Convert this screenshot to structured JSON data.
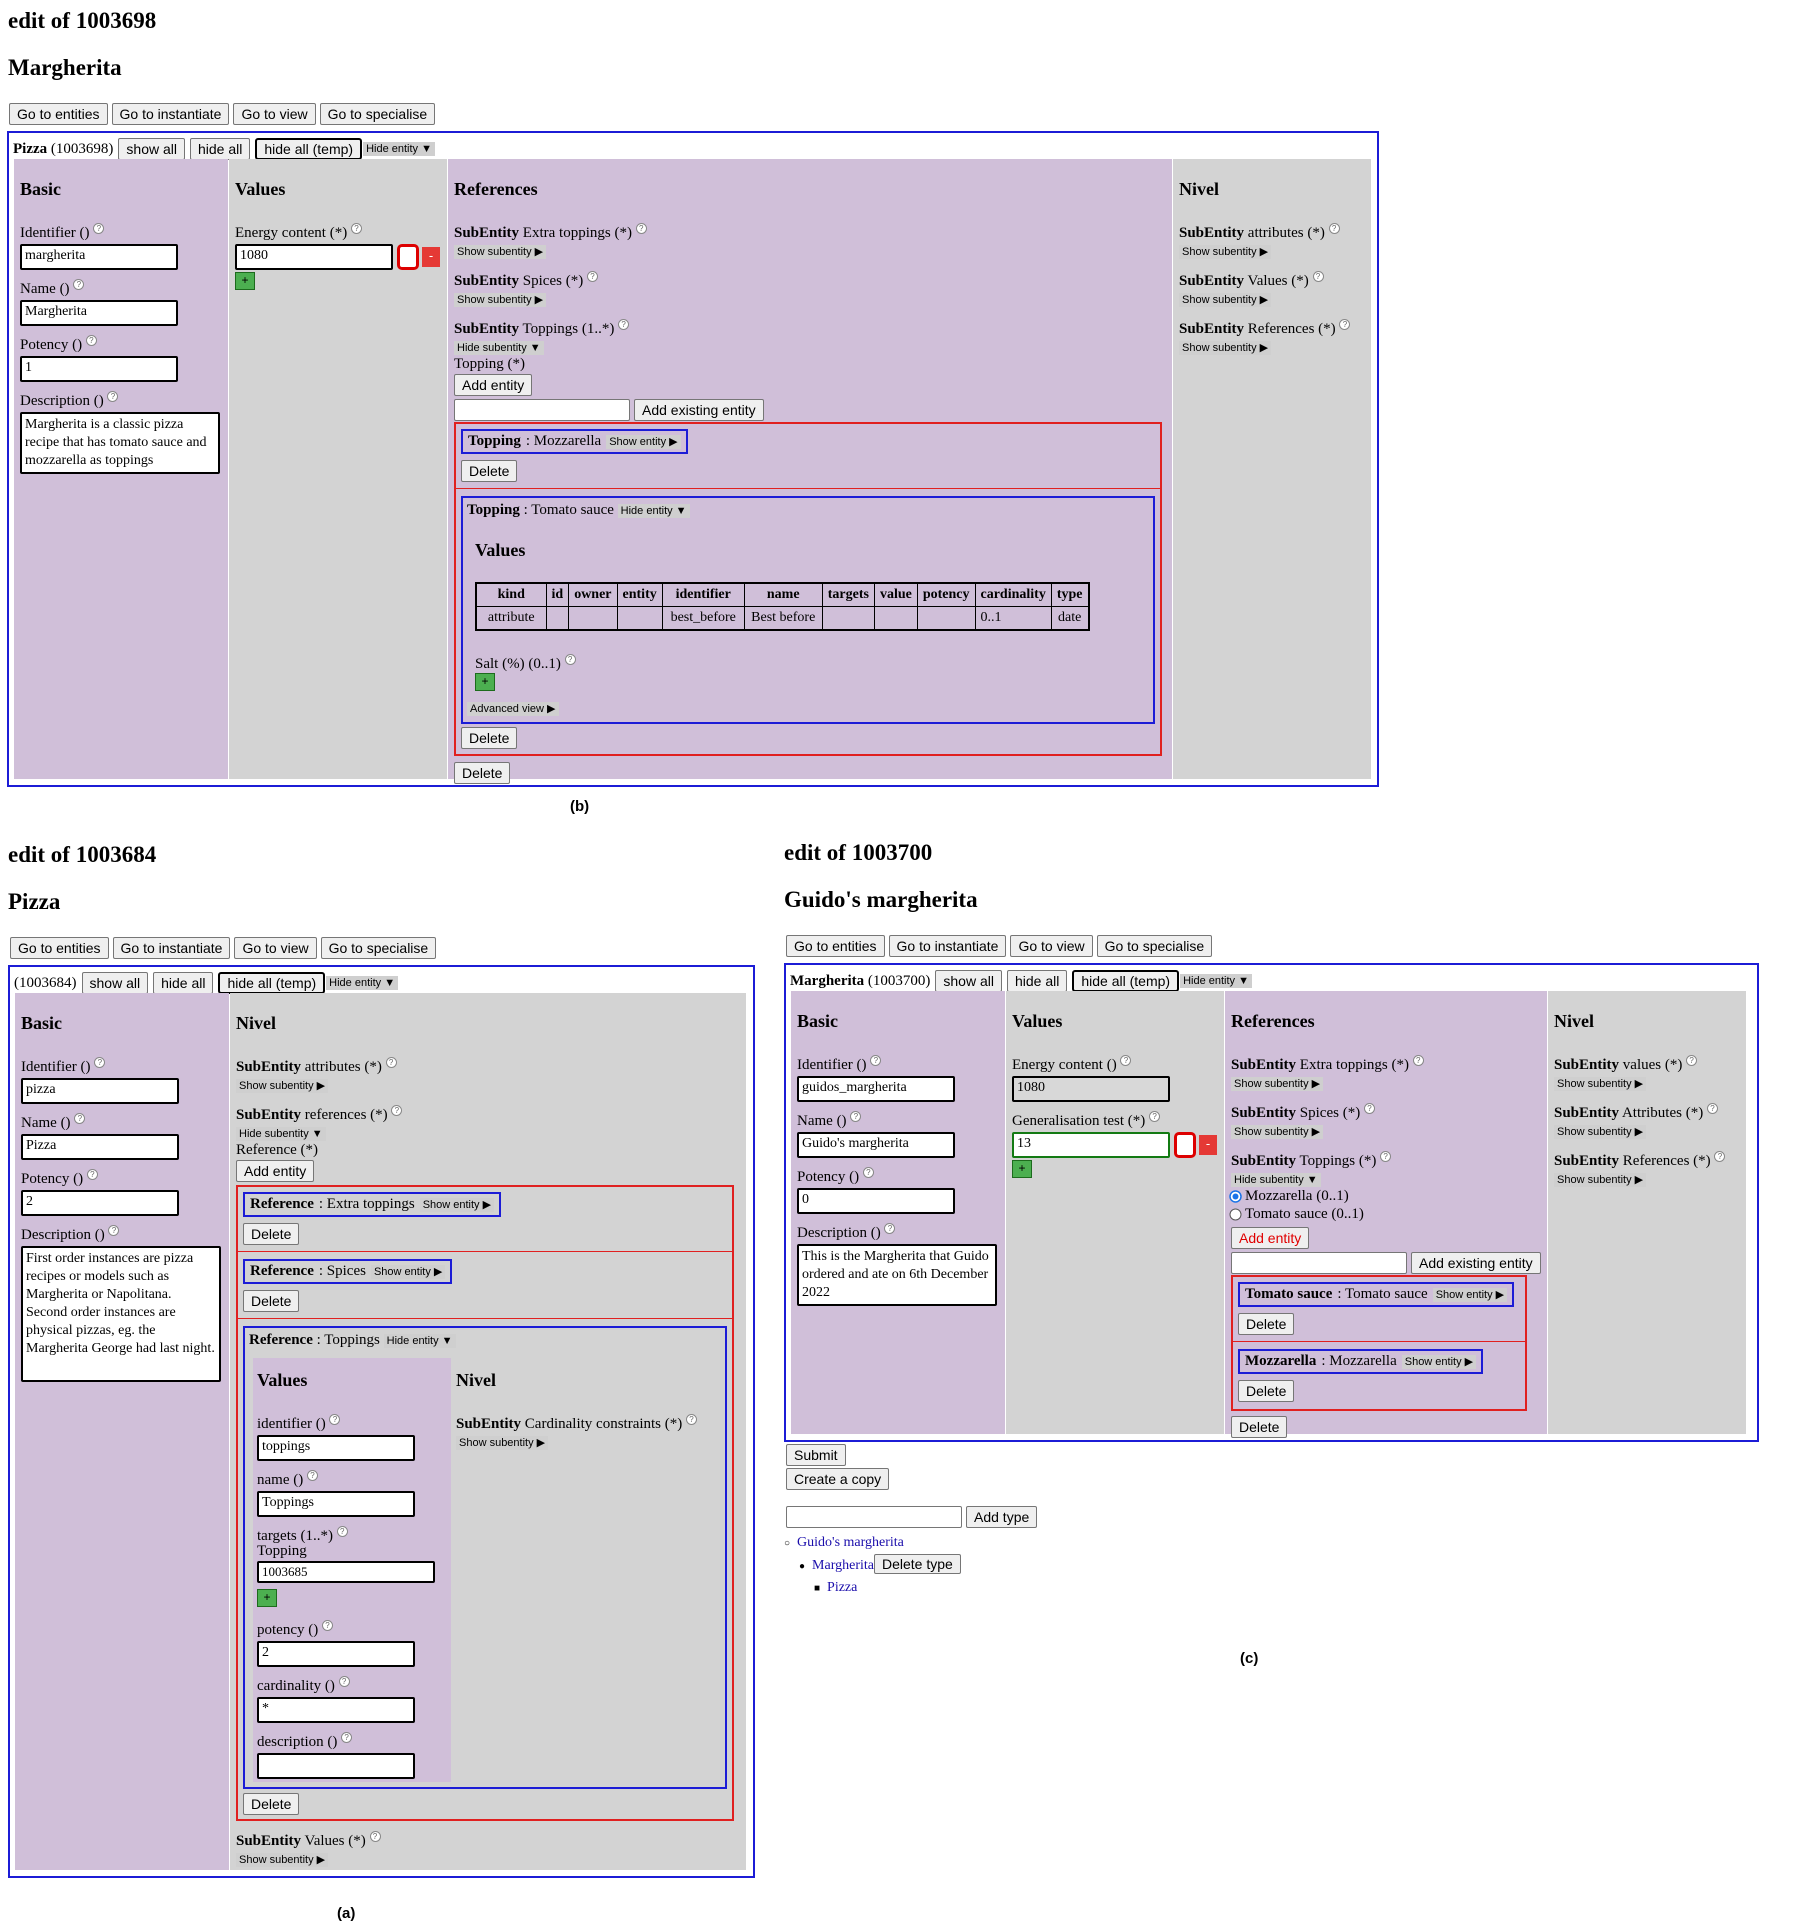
{
  "nav": [
    "Go to entities",
    "Go to instantiate",
    "Go to view",
    "Go to specialise"
  ],
  "header_buttons": {
    "show_all": "show all",
    "hide_all": "hide all",
    "hide_all_temp": "hide all (temp)",
    "hide_entity": "Hide entity ▼"
  },
  "common": {
    "basic": "Basic",
    "values": "Values",
    "references": "References",
    "nivel": "Nivel",
    "identifier": "Identifier ()",
    "name": "Name ()",
    "potency": "Potency ()",
    "description": "Description ()",
    "show_subentity": "Show subentity ▶",
    "hide_subentity": "Hide subentity ▼",
    "show_entity": "Show entity ▶",
    "hide_entity": "Hide entity ▼",
    "delete": "Delete",
    "add_entity": "Add entity",
    "add_existing_entity": "Add existing entity",
    "subentity": "SubEntity",
    "plus": "+",
    "minus": "-"
  },
  "panel_b": {
    "edit_title": "edit of 1003698",
    "name_title": "Margherita",
    "frame_name": "Pizza",
    "frame_id": "(1003698)",
    "identifier_value": "margherita",
    "name_value": "Margherita",
    "potency_value": "1",
    "description_value": "Margherita is a classic pizza recipe that has tomato sauce and mozzarella as toppings",
    "energy_label": "Energy content (*)",
    "energy_value": "1080",
    "ref_extra": " Extra toppings (*)",
    "ref_spices": " Spices (*)",
    "ref_toppings": " Toppings (1..*)",
    "topping_label": "Topping (*)",
    "t1_kind": "Topping",
    "t1_name": " : Mozzarella",
    "t2_kind": "Topping",
    "t2_name": " : Tomato sauce",
    "t2_values": "Values",
    "table_headers": [
      "kind",
      "id",
      "owner",
      "entity",
      "identifier",
      "name",
      "targets",
      "value",
      "potency",
      "cardinality",
      "type"
    ],
    "table_row": [
      "attribute",
      "",
      "",
      "",
      "best_before",
      "Best before",
      "",
      "",
      "",
      "0..1",
      "date"
    ],
    "salt_label": "Salt (%) (0..1)",
    "advanced_view": "Advanced view ▶",
    "nivel_attributes": " attributes (*)",
    "nivel_values": " Values (*)",
    "nivel_references": " References (*)",
    "caption": "(b)"
  },
  "panel_a": {
    "edit_title": "edit of 1003684",
    "name_title": "Pizza",
    "frame_id": "(1003684)",
    "identifier_value": "pizza",
    "name_value": "Pizza",
    "potency_value": "2",
    "description_value": "First order instances are pizza recipes or models such as Margherita or Napolitana. Second order instances are physical pizzas, eg. the Margherita George had last night.",
    "sub_attributes": " attributes (*)",
    "sub_references": " references (*)",
    "reference_label": "Reference (*)",
    "r1_kind": "Reference",
    "r1_name": " : Extra toppings",
    "r2_kind": "Reference",
    "r2_name": " : Spices",
    "r3_kind": "Reference",
    "r3_name": " : Toppings",
    "in_identifier": "identifier ()",
    "in_identifier_value": "toppings",
    "in_name": "name ()",
    "in_name_value": "Toppings",
    "in_targets": "targets (1..*)",
    "in_topping": "Topping",
    "in_targets_value": "1003685",
    "in_potency": "potency ()",
    "in_potency_value": "2",
    "in_cardinality": "cardinality ()",
    "in_cardinality_value": "*",
    "in_description": "description ()",
    "in_description_value": "",
    "cardinality_constraints": " Cardinality constraints (*)",
    "sub_values": " Values (*)",
    "caption": "(a)"
  },
  "panel_c": {
    "edit_title": "edit of 1003700",
    "name_title": "Guido's margherita",
    "frame_name": "Margherita",
    "frame_id": "(1003700)",
    "identifier_value": "guidos_margherita",
    "name_value": "Guido's margherita",
    "potency_value": "0",
    "description_value": "This is the Margherita that Guido ordered and ate on 6th December 2022",
    "energy_label": "Energy content ()",
    "energy_value": "1080",
    "gen_label": "Generalisation test (*)",
    "gen_value": "13",
    "ref_extra": " Extra toppings (*)",
    "ref_spices": " Spices (*)",
    "ref_toppings": " Toppings (*)",
    "radio_mozzarella": "Mozzarella (0..1)",
    "radio_tomato": "Tomato sauce (0..1)",
    "e1_kind": "Tomato sauce",
    "e1_name": " : Tomato sauce",
    "e2_kind": "Mozzarella",
    "e2_name": " : Mozzarella",
    "nivel_values": " values (*)",
    "nivel_attributes": " Attributes (*)",
    "nivel_references": " References (*)",
    "submit": "Submit",
    "create_copy": "Create a copy",
    "add_type": "Add type",
    "delete_type": "Delete type",
    "tree": [
      "Guido's margherita",
      "Margherita",
      "Pizza"
    ],
    "caption": "(c)"
  }
}
